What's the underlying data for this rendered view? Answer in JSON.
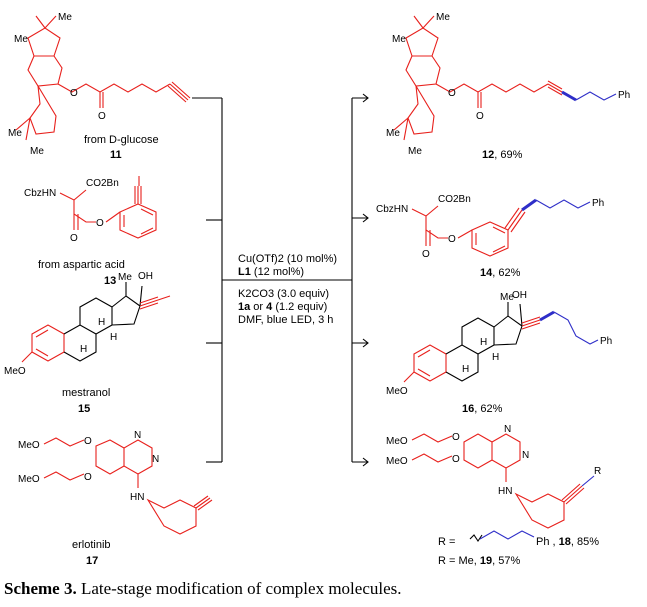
{
  "starting_materials": [
    {
      "source": "from D-glucose",
      "number": "11"
    },
    {
      "source": "from aspartic acid",
      "number": "13"
    },
    {
      "name": "mestranol",
      "number": "15"
    },
    {
      "name": "erlotinib",
      "number": "17"
    }
  ],
  "atoms": {
    "me": "Me",
    "o": "O",
    "cbzhn": "CbzHN",
    "co2bn": "CO2Bn",
    "meo": "MeO",
    "oh": "OH",
    "h": "H",
    "n": "N",
    "hn": "HN",
    "ph": "Ph",
    "r": "R",
    "ome": "MeO"
  },
  "conditions": {
    "line1": "Cu(OTf)2 (10 mol%)",
    "line2_num": "L1",
    "line2_rest": " (12 mol%)",
    "line3": "K2CO3 (3.0 equiv)",
    "line4_a": "1a",
    "line4_mid": " or ",
    "line4_b": "4",
    "line4_rest": " (1.2 equiv)",
    "line5": "DMF, blue LED, 3 h"
  },
  "products": [
    {
      "number": "12",
      "yield": ", 69%"
    },
    {
      "number": "14",
      "yield": ", 62%"
    },
    {
      "number": "16",
      "yield": ", 62%"
    }
  ],
  "r_definitions": [
    {
      "prefix": "R = ",
      "group": "Ph",
      "number": "18",
      "yield": ", 85%"
    },
    {
      "prefix": "R = Me, ",
      "number": "19",
      "yield": ", 57%"
    }
  ],
  "caption": {
    "label": "Scheme 3.",
    "text": " Late-stage modification of complex molecules."
  },
  "colors": {
    "fragment": "#e8201c",
    "new_chain": "#2e2ec8"
  }
}
